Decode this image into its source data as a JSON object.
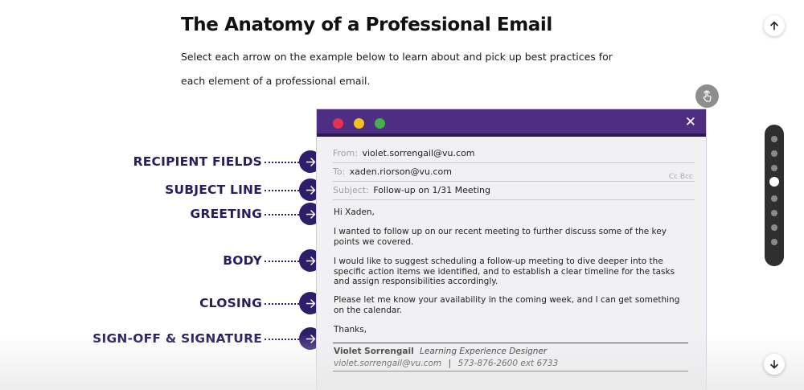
{
  "page": {
    "title": "The Anatomy of a Professional Email",
    "intro": "Select each arrow on the example below to learn about and pick up best practices for each element of a professional email."
  },
  "labels": [
    {
      "id": "recipient-fields",
      "text": "RECIPIENT FIELDS"
    },
    {
      "id": "subject-line",
      "text": "SUBJECT LINE"
    },
    {
      "id": "greeting",
      "text": "GREETING"
    },
    {
      "id": "body",
      "text": "BODY"
    },
    {
      "id": "closing",
      "text": "CLOSING"
    },
    {
      "id": "sign-off-signature",
      "text": "SIGN-OFF & SIGNATURE"
    }
  ],
  "email": {
    "from_label": "From:",
    "from_value": "violet.sorrengail@vu.com",
    "to_label": "To:",
    "to_value": "xaden.riorson@vu.com",
    "cc_bcc": "Cc Bcc",
    "subject_label": "Subject:",
    "subject_value": "Follow-up on 1/31 Meeting",
    "greeting": "Hi Xaden,",
    "body_1": "I wanted to follow up on our recent meeting to further discuss some of the key points we covered.",
    "body_2": "I would like to suggest scheduling a follow-up meeting to dive deeper into the specific action items we identified, and to establish a clear timeline for the tasks and assign responsibilities accordingly.",
    "closing": "Please let me know your availability in the coming week, and I can get something on the calendar.",
    "sign_off": "Thanks,",
    "sig_name": "Violet Sorrengail",
    "sig_title": "Learning Experience Designer",
    "sig_email": "violet.sorrengail@vu.com",
    "sig_sep": "|",
    "sig_phone": "573-876-2600 ext 6733"
  },
  "progress": {
    "total_steps": 8,
    "active_step": 4
  },
  "icons": {
    "scroll_up": "arrow-up-icon",
    "scroll_down": "arrow-down-icon",
    "touch": "hand-pointer-icon",
    "label_arrow": "arrow-right-icon",
    "close": "close-icon"
  },
  "colors": {
    "label_text": "#2a1c5e",
    "arrow_button": "#2e1d6b",
    "titlebar": "#4d2e83",
    "light_red": "#e8314e",
    "light_yellow": "#f2c21f",
    "light_green": "#43b04a"
  }
}
